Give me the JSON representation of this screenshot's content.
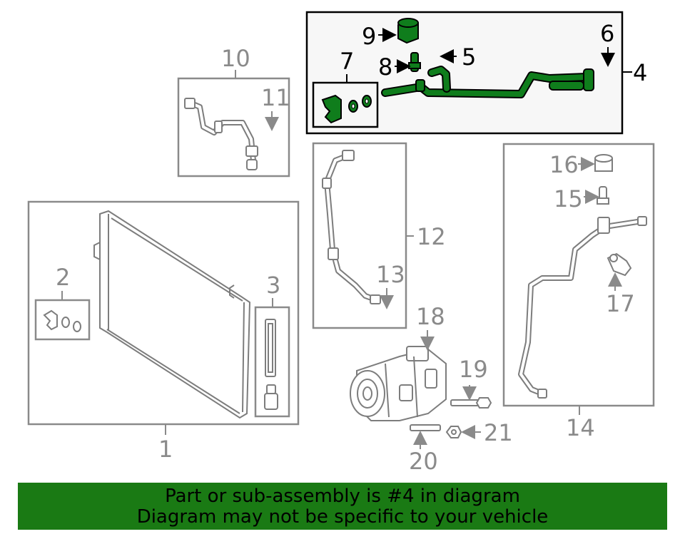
{
  "callouts": {
    "c1": "1",
    "c2": "2",
    "c3": "3",
    "c4": "4",
    "c5": "5",
    "c6": "6",
    "c7": "7",
    "c8": "8",
    "c9": "9",
    "c10": "10",
    "c11": "11",
    "c12": "12",
    "c13": "13",
    "c14": "14",
    "c15": "15",
    "c16": "16",
    "c17": "17",
    "c18": "18",
    "c19": "19",
    "c20": "20",
    "c21": "21"
  },
  "highlight": {
    "part": "4",
    "color": "#0f7d1c"
  },
  "banner": {
    "line1": "Part or sub-assembly is #4 in diagram",
    "line2": "Diagram may not be specific to your vehicle",
    "color": "#1a7a14"
  }
}
